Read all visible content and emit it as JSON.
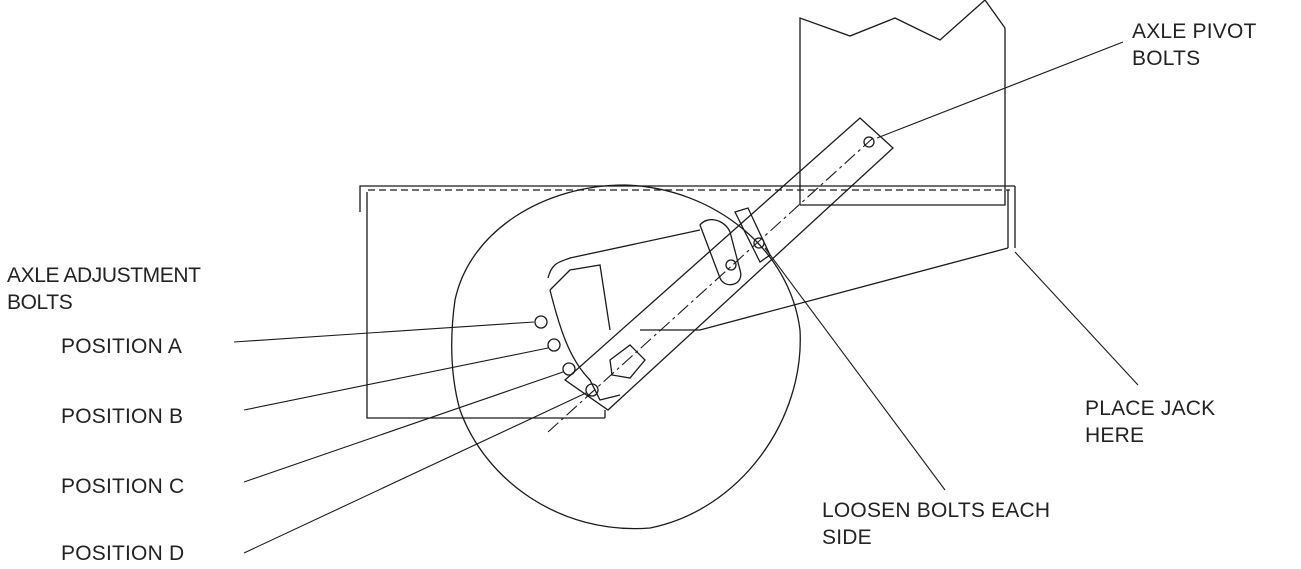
{
  "labels": {
    "axle_pivot_bolts_1": "AXLE PIVOT",
    "axle_pivot_bolts_2": "BOLTS",
    "axle_adjustment_bolts_1": "AXLE ADJUSTMENT",
    "axle_adjustment_bolts_2": "BOLTS",
    "position_a": "POSITION A",
    "position_b": "POSITION  B",
    "position_c": "POSITION  C",
    "position_d": "POSITION  D",
    "place_jack_1": "PLACE JACK",
    "place_jack_2": "HERE",
    "loosen_bolts_1": "LOOSEN BOLTS EACH",
    "loosen_bolts_2": "SIDE"
  }
}
